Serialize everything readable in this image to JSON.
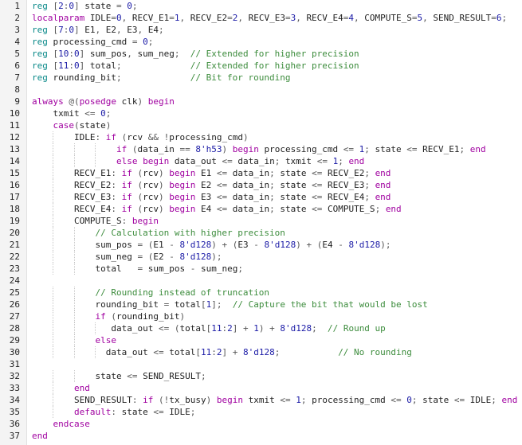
{
  "editor": {
    "language": "verilog",
    "colors": {
      "background": "#ffffff",
      "gutter": "#f4f4f4",
      "keyword": "#a000a0",
      "type": "#0b8a8a",
      "number": "#1a1aa6",
      "comment": "#3c8c3c",
      "identifier": "#1f1f1f"
    },
    "lines": [
      {
        "n": "1",
        "text": "reg [2:0] state = 0;"
      },
      {
        "n": "2",
        "text": "localparam IDLE=0, RECV_E1=1, RECV_E2=2, RECV_E3=3, RECV_E4=4, COMPUTE_S=5, SEND_RESULT=6;"
      },
      {
        "n": "3",
        "text": "reg [7:0] E1, E2, E3, E4;"
      },
      {
        "n": "4",
        "text": "reg processing_cmd = 0;"
      },
      {
        "n": "5",
        "text": "reg [10:0] sum_pos, sum_neg;  // Extended for higher precision"
      },
      {
        "n": "6",
        "text": "reg [11:0] total;             // Extended for higher precision"
      },
      {
        "n": "7",
        "text": "reg rounding_bit;             // Bit for rounding"
      },
      {
        "n": "8",
        "text": ""
      },
      {
        "n": "9",
        "text": "always @(posedge clk) begin"
      },
      {
        "n": "10",
        "text": "    txmit <= 0;"
      },
      {
        "n": "11",
        "text": "    case(state)"
      },
      {
        "n": "12",
        "text": "        IDLE: if (rcv && !processing_cmd)"
      },
      {
        "n": "13",
        "text": "                if (data_in == 8'h53) begin processing_cmd <= 1; state <= RECV_E1; end"
      },
      {
        "n": "14",
        "text": "                else begin data_out <= data_in; txmit <= 1; end"
      },
      {
        "n": "15",
        "text": "        RECV_E1: if (rcv) begin E1 <= data_in; state <= RECV_E2; end"
      },
      {
        "n": "16",
        "text": "        RECV_E2: if (rcv) begin E2 <= data_in; state <= RECV_E3; end"
      },
      {
        "n": "17",
        "text": "        RECV_E3: if (rcv) begin E3 <= data_in; state <= RECV_E4; end"
      },
      {
        "n": "18",
        "text": "        RECV_E4: if (rcv) begin E4 <= data_in; state <= COMPUTE_S; end"
      },
      {
        "n": "19",
        "text": "        COMPUTE_S: begin"
      },
      {
        "n": "20",
        "text": "            // Calculation with higher precision"
      },
      {
        "n": "21",
        "text": "            sum_pos = (E1 - 8'd128) + (E3 - 8'd128) + (E4 - 8'd128);"
      },
      {
        "n": "22",
        "text": "            sum_neg = (E2 - 8'd128);"
      },
      {
        "n": "23",
        "text": "            total   = sum_pos - sum_neg;"
      },
      {
        "n": "24",
        "text": ""
      },
      {
        "n": "25",
        "text": "            // Rounding instead of truncation"
      },
      {
        "n": "26",
        "text": "            rounding_bit = total[1];  // Capture the bit that would be lost"
      },
      {
        "n": "27",
        "text": "            if (rounding_bit)"
      },
      {
        "n": "28",
        "text": "               data_out <= (total[11:2] + 1) + 8'd128;  // Round up"
      },
      {
        "n": "29",
        "text": "            else"
      },
      {
        "n": "30",
        "text": "              data_out <= total[11:2] + 8'd128;           // No rounding"
      },
      {
        "n": "31",
        "text": ""
      },
      {
        "n": "32",
        "text": "            state <= SEND_RESULT;"
      },
      {
        "n": "33",
        "text": "        end"
      },
      {
        "n": "34",
        "text": "        SEND_RESULT: if (!tx_busy) begin txmit <= 1; processing_cmd <= 0; state <= IDLE; end"
      },
      {
        "n": "35",
        "text": "        default: state <= IDLE;"
      },
      {
        "n": "36",
        "text": "    endcase"
      },
      {
        "n": "37",
        "text": "end"
      }
    ]
  }
}
